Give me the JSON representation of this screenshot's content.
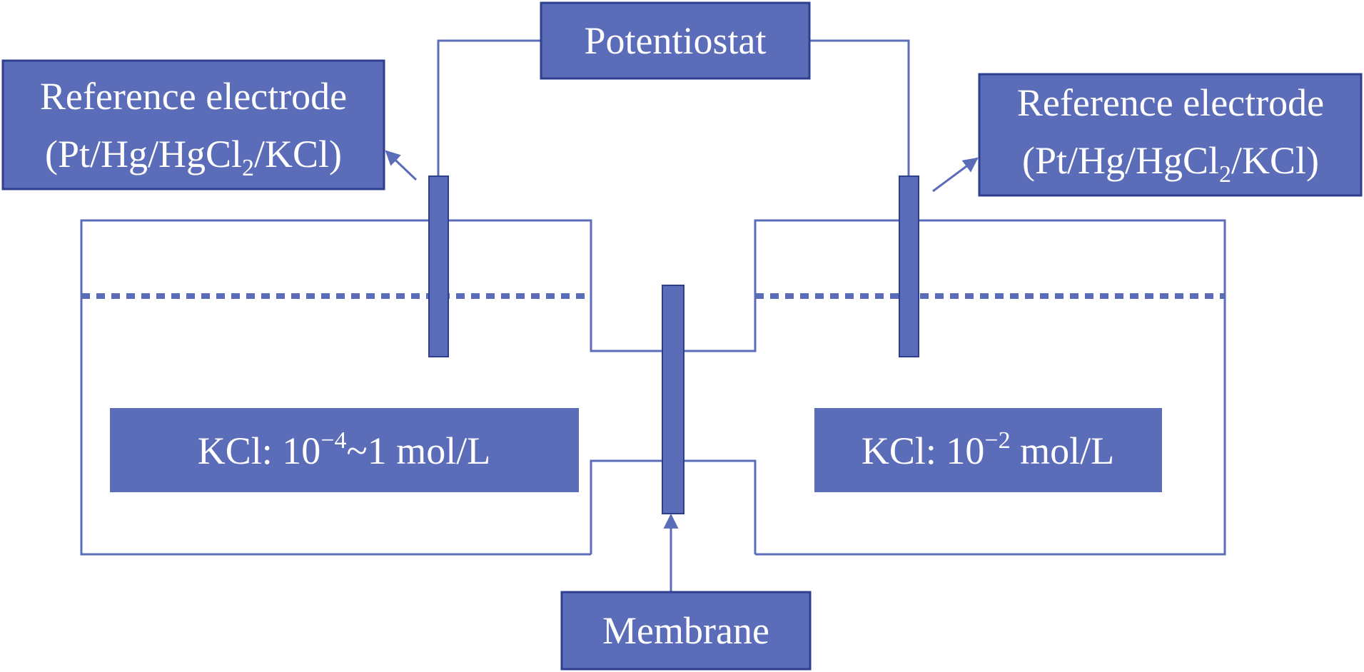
{
  "labels": {
    "potentiostat": "Potentiostat",
    "left_ref": {
      "line1": "Reference electrode",
      "line2_pre": "(Pt/Hg/HgCl",
      "line2_sub": "2",
      "line2_post": "/KCl)"
    },
    "right_ref": {
      "line1": "Reference electrode",
      "line2_pre": "(Pt/Hg/HgCl",
      "line2_sub": "2",
      "line2_post": "/KCl)"
    },
    "left_solution": {
      "pre": "KCl: 10",
      "sup": "−4",
      "post": "~1 mol/L"
    },
    "right_solution": {
      "pre": "KCl: 10",
      "sup": "−2",
      "post": " mol/L"
    },
    "membrane": "Membrane"
  },
  "colors": {
    "box_fill": "#5b6cb8",
    "box_border": "#2e3f8f",
    "line": "#5b6cb8",
    "text": "#ffffff"
  }
}
